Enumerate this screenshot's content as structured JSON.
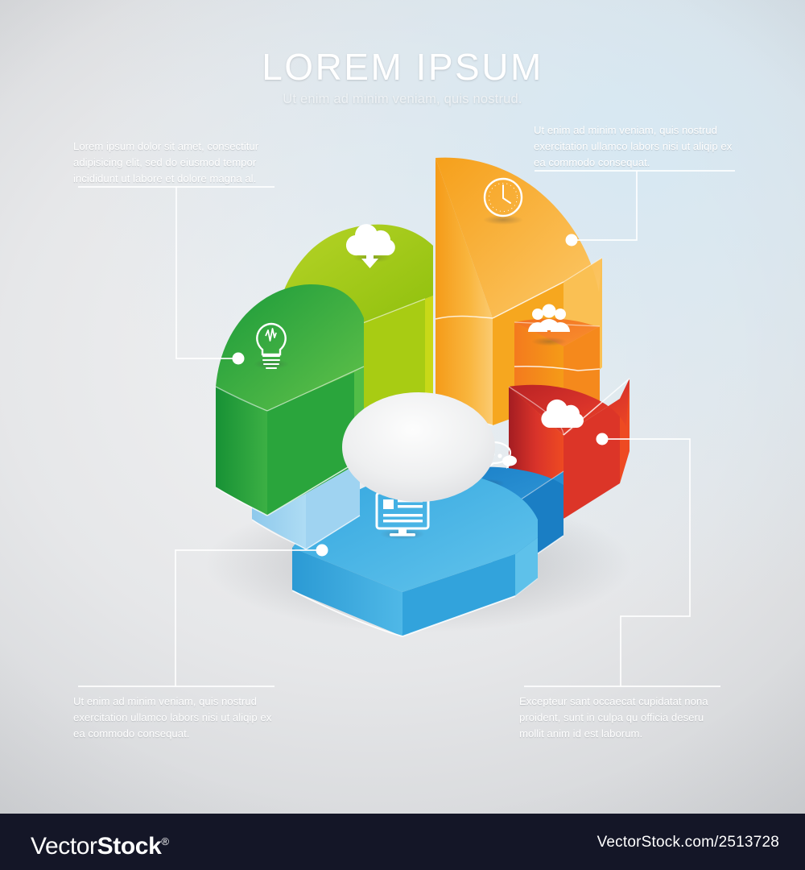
{
  "header": {
    "title": "LOREM IPSUM",
    "subtitle": "Ut enim ad minim veniam, quis nostrud."
  },
  "captions": {
    "top_left": "Lorem ipsum dolor sit amet, consectitur adipisicing elit, sed do eiusmod tempor incididunt ut labore et dolore magna al.",
    "top_right": "Ut enim ad minim veniam, quis nostrud exercitation ullamco labors nisi ut aliqip ex ea commodo consequat.",
    "bottom_left": "Ut enim ad minim veniam, quis nostrud exercitation ullamco labors nisi ut aliqip ex ea commodo consequat.",
    "bottom_right": "Excepteur sant occaecat cupidatat nona proident, sunt in culpa qu officia deseru mollit anim id est laborum."
  },
  "footer": {
    "logo_part1": "Vector",
    "logo_part2": "Stock",
    "logo_registered": "®",
    "url": "VectorStock.com/2513728"
  },
  "chart_data": {
    "type": "pie",
    "title": "LOREM IPSUM",
    "subtitle": "Ut enim ad minim veniam, quis nostrud.",
    "style": "3d exploded donut with extruded segment heights",
    "center_label": "",
    "legend_position": "none",
    "categories": [
      "cloud-download",
      "clock",
      "people",
      "cloud",
      "chat",
      "monitor",
      "gears",
      "lightbulb"
    ],
    "values": [
      12.5,
      12.5,
      12.5,
      12.5,
      12.5,
      12.5,
      12.5,
      12.5
    ],
    "series": [
      {
        "name": "segment-heights",
        "values": [
          120,
          185,
          78,
          62,
          48,
          58,
          72,
          110
        ]
      }
    ],
    "segments": [
      {
        "id": "lightgreen",
        "icon": "cloud-download-icon",
        "color_top": "#a9cc16",
        "color_mid": "#8dbe10",
        "color_side": "#c8d918",
        "height": 120,
        "start_angle": 270,
        "end_angle": 315
      },
      {
        "id": "orange-amber",
        "icon": "clock-icon",
        "color_top": "#f9b233",
        "color_mid": "#f5a01c",
        "color_side": "#fbc85c",
        "height": 185,
        "start_angle": 315,
        "end_angle": 15
      },
      {
        "id": "orange",
        "icon": "people-icon",
        "color_top": "#f37021",
        "color_mid": "#ef5d17",
        "color_side": "#f99131",
        "height": 78,
        "start_angle": 15,
        "end_angle": 45
      },
      {
        "id": "red",
        "icon": "cloud-icon",
        "color_top": "#d92b2b",
        "color_mid": "#c62222",
        "color_side": "#ef4b23",
        "height": 62,
        "start_angle": 45,
        "end_angle": 95
      },
      {
        "id": "blue-dark",
        "icon": "chat-icon",
        "color_top": "#1b80c8",
        "color_mid": "#1570b5",
        "color_side": "#2e93d6",
        "height": 48,
        "start_angle": 95,
        "end_angle": 125
      },
      {
        "id": "blue-cyan",
        "icon": "monitor-icon",
        "color_top": "#35a8e0",
        "color_mid": "#2b9ad4",
        "color_side": "#5bc0ea",
        "height": 58,
        "start_angle": 125,
        "end_angle": 190
      },
      {
        "id": "blue-light",
        "icon": "gears-icon",
        "color_top": "#a5d7f2",
        "color_mid": "#8ec9ec",
        "color_side": "#bde3f7",
        "height": 72,
        "start_angle": 190,
        "end_angle": 225
      },
      {
        "id": "green-dark",
        "icon": "lightbulb-icon",
        "color_top": "#2eab3f",
        "color_mid": "#1f9a35",
        "color_side": "#56bf4a",
        "height": 110,
        "start_angle": 225,
        "end_angle": 270
      }
    ],
    "colors": {
      "light_green": "#a9cc16",
      "amber": "#f9b233",
      "orange": "#f37021",
      "red": "#d92b2b",
      "blue_dark": "#1b80c8",
      "blue_cyan": "#35a8e0",
      "blue_light": "#a5d7f2",
      "green_dark": "#2eab3f",
      "center": "#ededee",
      "connector": "#ffffff"
    }
  }
}
